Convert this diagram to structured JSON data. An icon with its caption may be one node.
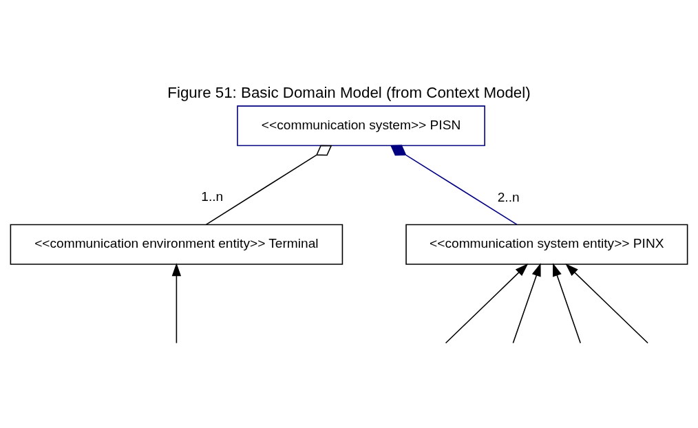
{
  "diagram": {
    "caption": "Figure 51: Basic Domain Model (from Context Model)",
    "nodes": [
      {
        "text": [
          "<<communication system>> PISN"
        ]
      },
      {
        "text": [
          "<<communication environment entity>> Terminal"
        ]
      },
      {
        "text": [
          "<<communication system entity>> PINX"
        ]
      }
    ],
    "edges": [
      {
        "from": 1,
        "to": 0,
        "arrow": "other",
        "label": "1..n"
      },
      {
        "from": 2,
        "to": 0,
        "arrow": "other",
        "label": "2..n",
        "color": "#000080"
      },
      {
        "from": null,
        "to": 1,
        "arrow": "to"
      },
      {
        "from": null,
        "to": 2,
        "arrow": "to"
      },
      {
        "from": null,
        "to": 2,
        "arrow": "to"
      },
      {
        "from": null,
        "to": 2,
        "arrow": "to"
      },
      {
        "from": null,
        "to": 2,
        "arrow": "to"
      }
    ]
  }
}
